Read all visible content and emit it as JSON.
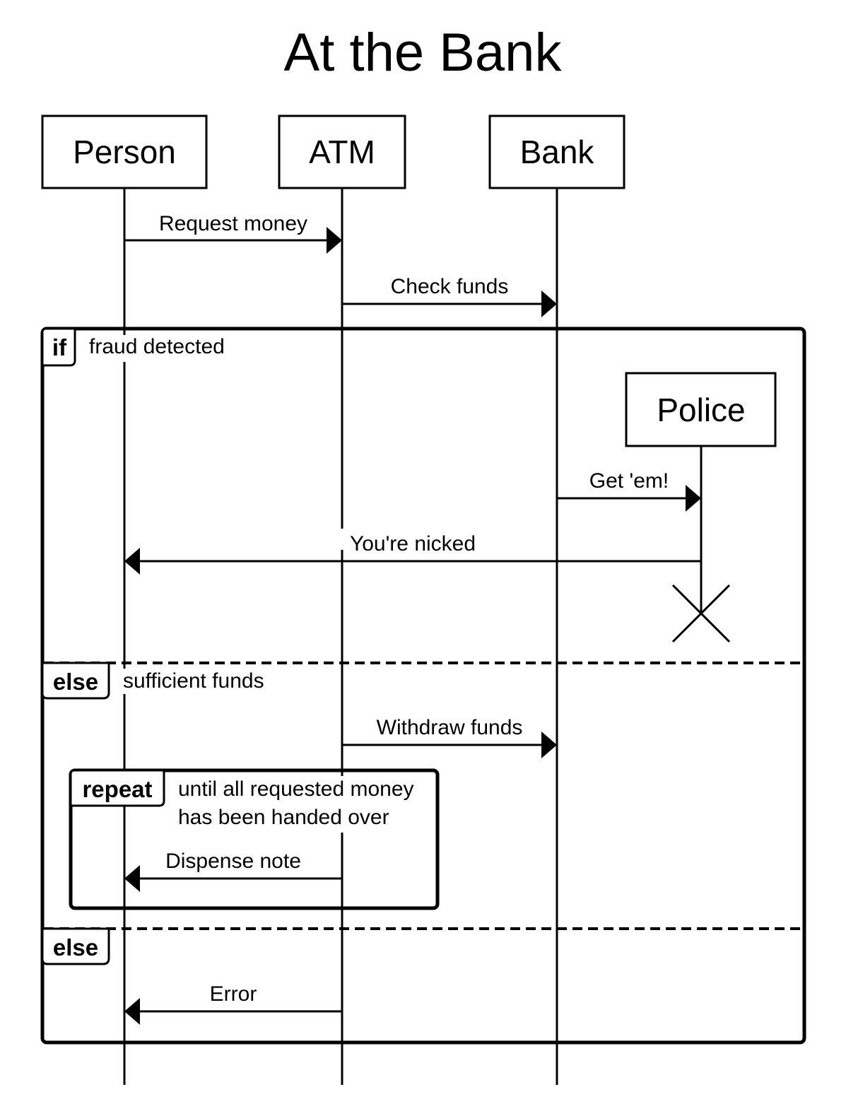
{
  "title": "At the Bank",
  "participants": {
    "person": "Person",
    "atm": "ATM",
    "bank": "Bank",
    "police": "Police"
  },
  "messages": {
    "request_money": "Request money",
    "check_funds": "Check funds",
    "get_em": "Get 'em!",
    "youre_nicked": "You're nicked",
    "withdraw_funds": "Withdraw funds",
    "dispense_note": "Dispense note",
    "error": "Error"
  },
  "fragments": {
    "if_tag": "if",
    "if_condition": "fraud detected",
    "else1_tag": "else",
    "else1_condition": "sufficient funds",
    "repeat_tag": "repeat",
    "repeat_condition_line1": "until all requested money",
    "repeat_condition_line2": "has been handed over",
    "else2_tag": "else"
  }
}
